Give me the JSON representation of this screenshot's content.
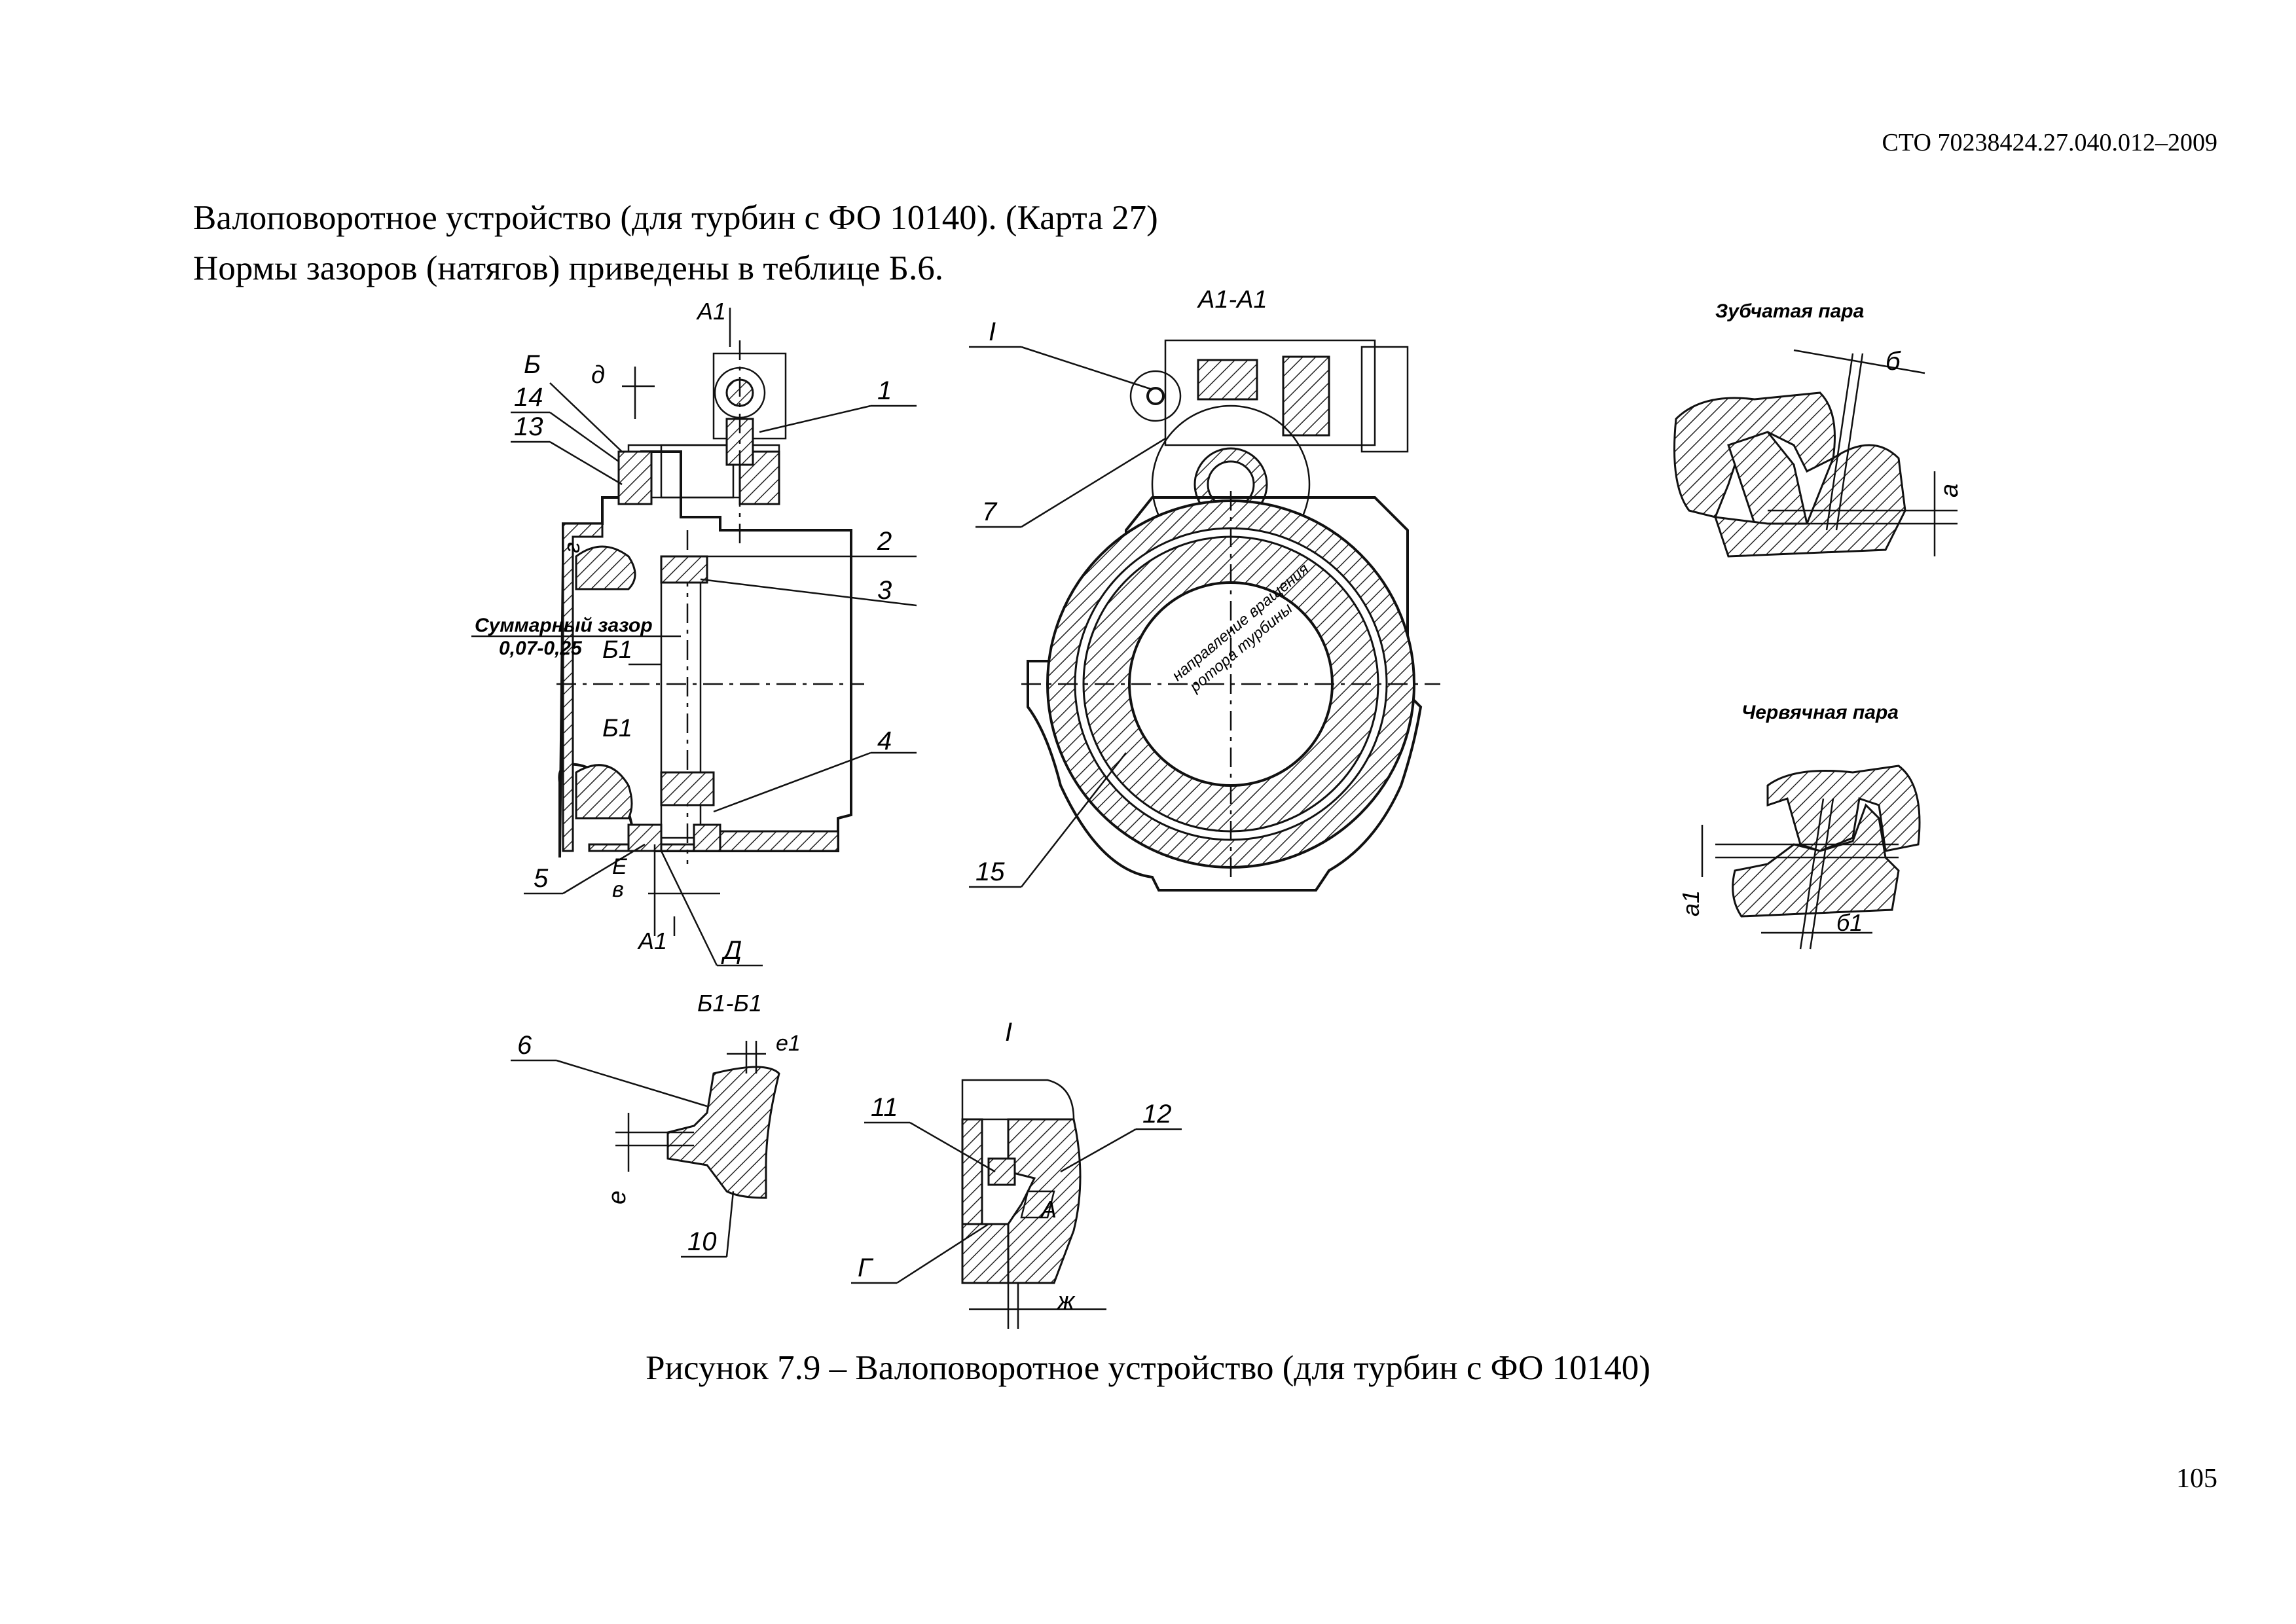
{
  "header": {
    "doc_code": "СТО 70238424.27.040.012–2009"
  },
  "intro": {
    "line1": "Валоповоротное устройство (для турбин с ФО 10140). (Карта 27)",
    "line2": "Нормы зазоров (натягов) приведены в теблице  Б.6."
  },
  "drawing": {
    "section_labels": {
      "a1_top": "А1",
      "a1_bottom": "А1",
      "a1a1": "А1-А1",
      "b1b1": "Б1-Б1",
      "detail_i": "I",
      "gear_pair": "Зубчатая пара",
      "worm_pair": "Червячная пара"
    },
    "callouts": {
      "c1": "1",
      "c2": "2",
      "c3": "3",
      "c4": "4",
      "c5": "5",
      "c6": "6",
      "c7": "7",
      "c10": "10",
      "c11": "11",
      "c12": "12",
      "c13": "13",
      "c14": "14",
      "c15": "15",
      "c_i": "I"
    },
    "letters": {
      "B": "Б",
      "d": "д",
      "g": "г",
      "B1a": "Б1",
      "B1b": "Б1",
      "E": "Е",
      "v": "в",
      "D": "Д",
      "e1": "е1",
      "e": "е",
      "G": "Г",
      "zh": "ж",
      "b": "б",
      "a": "а",
      "a1": "а1",
      "b1": "б1",
      "A": "А"
    },
    "total_gap_label": "Суммарный зазор",
    "total_gap_value": "0,07-0,25",
    "ring_text_1": "направление вращения",
    "ring_text_2": "ротора турбины"
  },
  "caption": "Рисунок 7.9 – Валоповоротное устройство (для турбин с ФО 10140)",
  "page_number": "105"
}
